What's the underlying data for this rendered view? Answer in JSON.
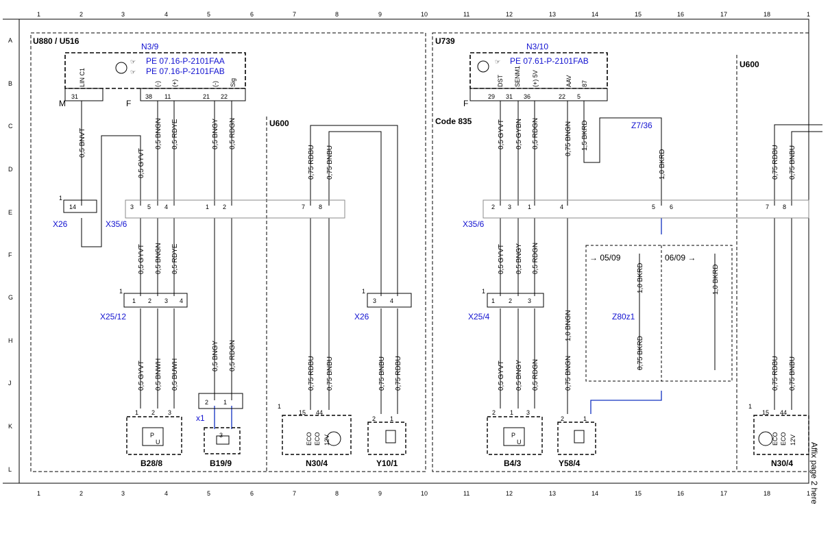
{
  "grid": {
    "cols": [
      "1",
      "2",
      "3",
      "4",
      "5",
      "6",
      "7",
      "8",
      "9",
      "10",
      "11",
      "12",
      "13",
      "14",
      "15",
      "16",
      "17",
      "18",
      "1"
    ],
    "rows": [
      "A",
      "B",
      "C",
      "D",
      "E",
      "F",
      "G",
      "H",
      "J",
      "K",
      "L"
    ]
  },
  "zones": {
    "left_title": "U880 / U516",
    "right_title": "U739",
    "u600_a": "U600",
    "u600_b": "U600",
    "code": "Code 835"
  },
  "modules": {
    "n3_9": {
      "name": "N3/9",
      "ref1": "PE 07.16-P-2101FAA",
      "ref2": "PE 07.16-P-2101FAB"
    },
    "n3_10": {
      "name": "N3/10",
      "ref1": "PE 07.61-P-2101FAB"
    }
  },
  "connectors": {
    "x26_a": "X26",
    "x35_6_a": "X35/6",
    "x25_12": "X25/12",
    "x26_b": "X26",
    "x35_6_b": "X35/6",
    "x25_4": "X25/4",
    "z7_36": "Z7/36",
    "z80z1": "Z80z1",
    "x1": "x1"
  },
  "components": [
    "B28/8",
    "B19/9",
    "N30/4",
    "Y10/1",
    "B4/3",
    "Y58/4",
    "N30/4"
  ],
  "labels": {
    "m": "M",
    "f1": "F",
    "f2": "F",
    "one_a": "1",
    "one_b": "1",
    "one_c": "1",
    "one_d": "1",
    "one_e": "1",
    "one_f": "1"
  },
  "n3_9_pins": [
    {
      "num": "31",
      "sig": "LIN C1"
    },
    {
      "num": "38",
      "sig": "(-)"
    },
    {
      "num": "11",
      "sig": "(+)"
    },
    {
      "num": "21",
      "sig": "(-)"
    },
    {
      "num": "22",
      "sig": "Sig"
    }
  ],
  "n3_10_pins": [
    {
      "num": "29",
      "sig": "DST"
    },
    {
      "num": "31",
      "sig": "SENM1"
    },
    {
      "num": "36",
      "sig": "(+) 5V"
    },
    {
      "num": "22",
      "sig": "AAV"
    },
    {
      "num": "5",
      "sig": "87"
    }
  ],
  "wires": {
    "w1": "0,5 BNVT",
    "w2": "0,5 GYVT",
    "w3": "0,5 BNGN",
    "w4": "0,5 RDYE",
    "w5": "0,5 BNGY",
    "w6": "0,5 RDGN",
    "w7": "0,75 RDBU",
    "w8": "0,75 BNBU",
    "w9": "0,5 GYVT",
    "w10": "0,5 BNGN",
    "w11": "0,5 RDYE",
    "w12": "0,5 GYVT",
    "w13": "0,5 BNWH",
    "w14": "0,5 BUWH",
    "w15": "0,5 BNGY",
    "w16": "0,5 RDGN",
    "w17": "0,75 RDBU",
    "w18": "0,75 BNBU",
    "w19": "0,75 BNBU",
    "w20": "0,75 RDBU",
    "w21": "0,5 GYVT",
    "w22": "0,5 GYBN",
    "w23": "0,5 RDGN",
    "w24": "0,75 BNGN",
    "w25": "1,5 BKRD",
    "w26": "1,0 BKRD",
    "w27": "0,75 RDBU",
    "w28": "0,75 BNBU",
    "w29": "0,5 GYVT",
    "w30": "0,5 BNGY",
    "w31": "0,5 RDGN",
    "w32": "1,0 BKRD",
    "w33": "1,0 BKRD",
    "w34": "1,0 BNGN",
    "w35": "0,75 BKRD",
    "w36": "0,5 GYVT",
    "w37": "0,5 BNGY",
    "w38": "0,5 RDGN",
    "w39": "0,75 BNGN",
    "w40": "0,75 RDBU",
    "w41": "0,75 BNBU"
  },
  "x26a_pins": [
    "14"
  ],
  "x35a_pins": [
    "3",
    "5",
    "4",
    "1",
    "2",
    "7",
    "8"
  ],
  "x25_12_pins": [
    "1",
    "2",
    "3",
    "4"
  ],
  "x26b_pins": [
    "3",
    "4"
  ],
  "x35b_pins": [
    "2",
    "3",
    "1",
    "4",
    "5",
    "6",
    "7",
    "8"
  ],
  "x25_4_pins": [
    "1",
    "2",
    "3"
  ],
  "b28_pins": [
    "1",
    "2",
    "3"
  ],
  "b19_pins": [
    "2",
    "1"
  ],
  "b19_inner": "3",
  "n30_pins": [
    "15",
    "44"
  ],
  "n30_sub": [
    "ECO",
    "ECO",
    "12V"
  ],
  "y10_pins": [
    "2",
    "1"
  ],
  "b43_pins": [
    "2",
    "1",
    "3"
  ],
  "y58_pins": [
    "2",
    "1"
  ],
  "n30b_pins": [
    "15",
    "44"
  ],
  "n30b_sub": [
    "ECO",
    "ECO",
    "12V"
  ],
  "pu": {
    "p1": "P",
    "u1": "U",
    "p2": "P",
    "u2": "U"
  },
  "page_refs": {
    "r1": "→ 05/09",
    "r2": "06/09 →"
  },
  "side_note": "Affix page 2 here"
}
